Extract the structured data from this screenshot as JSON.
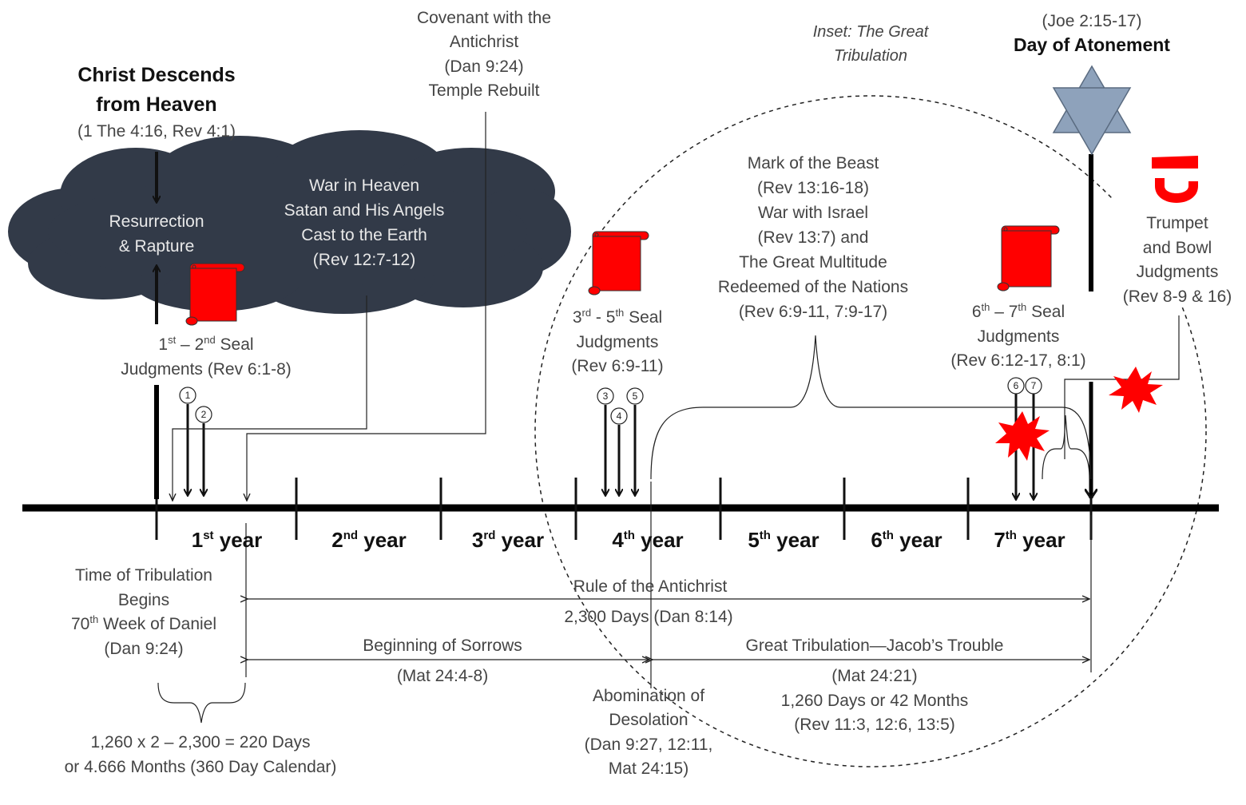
{
  "header": {
    "christ_title": [
      "Christ Descends",
      "from Heaven"
    ],
    "christ_ref": "(1 The 4:16, Rev 4:1)",
    "covenant": [
      "Covenant with the",
      "Antichrist",
      "(Dan 9:24)",
      "Temple Rebuilt"
    ],
    "inset": [
      "Inset: The Great",
      "Tribulation"
    ],
    "atonement_ref": "(Joe 2:15-17)",
    "atonement_title": "Day of Atonement"
  },
  "cloud": {
    "rapture": [
      "Resurrection",
      "& Rapture"
    ],
    "war": [
      "War in Heaven",
      "Satan and His Angels",
      "Cast to the Earth",
      "(Rev 12:7-12)"
    ]
  },
  "seals": {
    "first": {
      "l1_pre": "1",
      "l1_sup1": "st",
      "l1_mid": " – 2",
      "l1_sup2": "nd",
      "l1_post": " Seal",
      "l2": "Judgments (Rev 6:1-8)"
    },
    "mid": {
      "l1_pre": "3",
      "l1_sup1": "rd",
      "l1_mid": " - 5",
      "l1_sup2": "th",
      "l1_post": " Seal",
      "l2": "Judgments",
      "l3": "(Rev 6:9-11)"
    },
    "last": {
      "l1_pre": "6",
      "l1_sup1": "th",
      "l1_mid": " – 7",
      "l1_sup2": "th",
      "l1_post": " Seal",
      "l2": "Judgments",
      "l3": "(Rev 6:12-17, 8:1)"
    },
    "numbers": [
      "1",
      "2",
      "3",
      "4",
      "5",
      "6",
      "7"
    ]
  },
  "mark_beast": [
    "Mark of the Beast",
    "(Rev 13:16-18)",
    "War with Israel",
    "(Rev 13:7) and",
    "The Great Multitude",
    "Redeemed of the Nations",
    "(Rev 6:9-11, 7:9-17)"
  ],
  "trumpet": [
    "Trumpet",
    "and Bowl",
    "Judgments",
    "(Rev 8-9 & 16)"
  ],
  "years": [
    {
      "n": "1",
      "sup": "st",
      "w": " year"
    },
    {
      "n": "2",
      "sup": "nd",
      "w": " year"
    },
    {
      "n": "3",
      "sup": "rd",
      "w": " year"
    },
    {
      "n": "4",
      "sup": "th",
      "w": " year"
    },
    {
      "n": "5",
      "sup": "th",
      "w": " year"
    },
    {
      "n": "6",
      "sup": "th",
      "w": " year"
    },
    {
      "n": "7",
      "sup": "th",
      "w": " year"
    }
  ],
  "bottom": {
    "tribulation": {
      "l1": "Time of Tribulation",
      "l2": "Begins",
      "l3_pre": "70",
      "l3_sup": "th",
      "l3_post": " Week of Daniel",
      "l4": "(Dan 9:24)"
    },
    "rule_title": "Rule of the Antichrist",
    "rule_days": "2,300 Days (Dan 8:14)",
    "sorrows_title": "Beginning of Sorrows",
    "sorrows_ref": "(Mat 24:4-8)",
    "great_trib": "Great Tribulation—Jacob’s Trouble",
    "great_trib_lines": [
      "(Mat 24:21)",
      "1,260  Days or 42 Months",
      "(Rev 11:3, 12:6, 13:5)"
    ],
    "abomination": [
      "Abomination of",
      "Desolation",
      "(Dan 9:27, 12:11,",
      "Mat 24:15)"
    ],
    "calc": [
      "1,260 x 2 – 2,300 = 220 Days",
      "or 4.666  Months (360 Day Calendar)"
    ]
  },
  "colors": {
    "cloud": "#323a48",
    "scroll": "#ff0000",
    "star": "#8ea2bb",
    "burst": "#ff0000",
    "timeline": "#000000"
  }
}
